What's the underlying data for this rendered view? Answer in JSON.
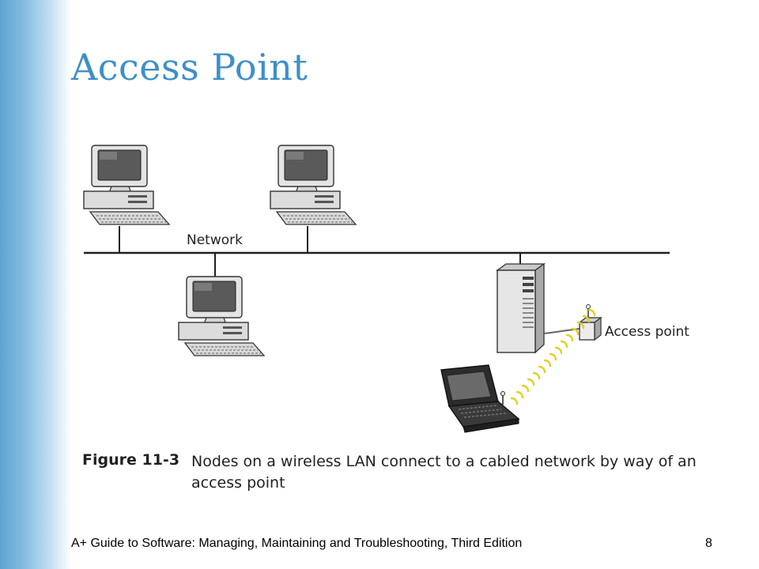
{
  "slide": {
    "title": "Access Point",
    "footer": "A+ Guide to Software: Managing, Maintaining and Troubleshooting, Third Edition",
    "page_number": "8"
  },
  "diagram": {
    "labels": {
      "network": "Network",
      "access_point": "Access point"
    },
    "nodes": [
      "desktop-computer",
      "desktop-computer",
      "desktop-computer",
      "tower-server",
      "access-point",
      "laptop"
    ]
  },
  "caption": {
    "label": "Figure 11-3",
    "text": "Nodes on a wireless LAN connect to a cabled network by way of an access point"
  }
}
